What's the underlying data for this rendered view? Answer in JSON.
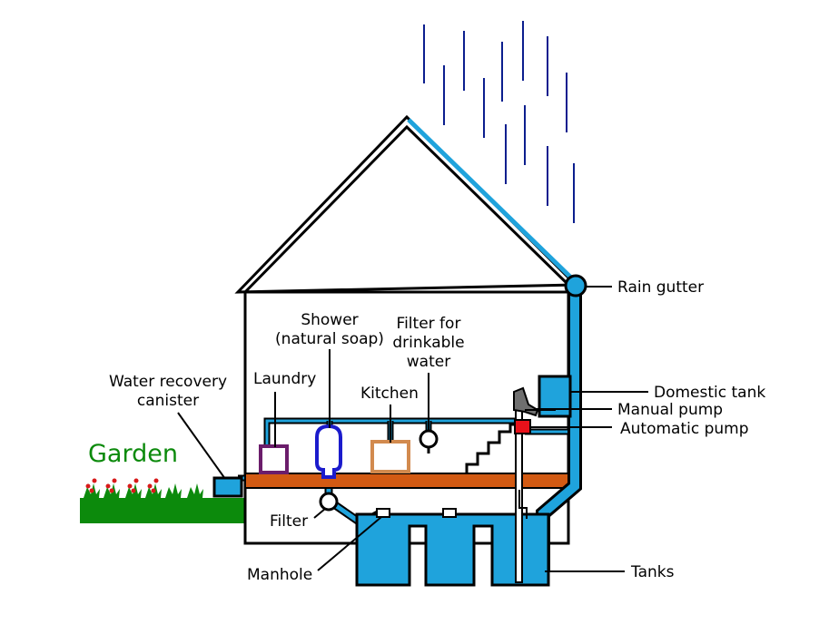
{
  "colors": {
    "water": "#1fa3dc",
    "rain": "#0b1e8e",
    "grass": "#0c8a0c",
    "floor": "#d25a13",
    "laundry": "#6b1d6b",
    "shower": "#1b1bcc",
    "kitchen": "#d28a4e",
    "automatic_pump": "#e8111a",
    "manual_pump": "#6f6f6f",
    "flower": "#d81a1a"
  },
  "labels": {
    "rain_gutter": "Rain gutter",
    "domestic_tank": "Domestic tank",
    "manual_pump": "Manual pump",
    "automatic_pump": "Automatic pump",
    "tanks": "Tanks",
    "manhole": "Manhole",
    "filter": "Filter",
    "garden": "Garden",
    "water_recovery_line1": "Water recovery",
    "water_recovery_line2": "canister",
    "laundry": "Laundry",
    "shower_line1": "Shower",
    "shower_line2": "(natural soap)",
    "filter_drink_line1": "Filter for",
    "filter_drink_line2": "drinkable",
    "filter_drink_line3": "water",
    "kitchen": "Kitchen"
  }
}
